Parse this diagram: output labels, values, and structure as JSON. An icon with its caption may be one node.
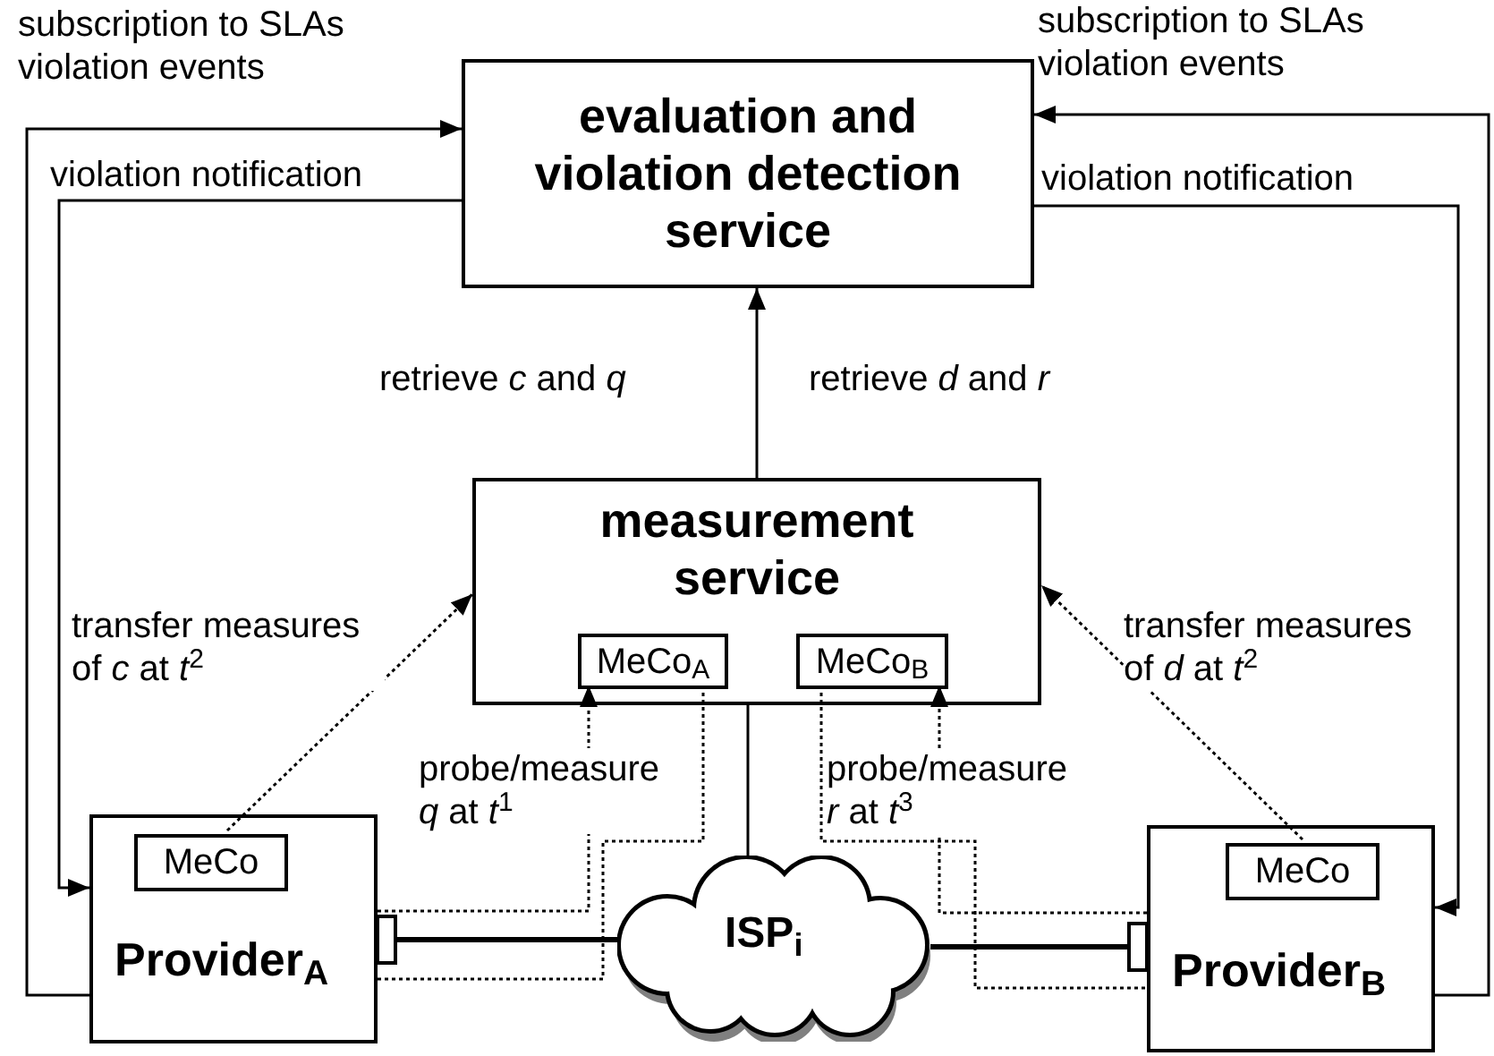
{
  "diagram": {
    "nodes": [
      {
        "text": [
          "evaluation and violation detection service"
        ]
      },
      {
        "text": [
          "measurement service"
        ]
      },
      {
        "text": [
          "MeCo$_{A}$"
        ],
        "in": 1
      },
      {
        "text": [
          "MeCo$_{B}$"
        ],
        "in": 1
      },
      {
        "text": [
          "Provider$_{A}$"
        ]
      },
      {
        "text": [
          "MeCo"
        ],
        "in": 4
      },
      {
        "text": [
          "Provider$_{B}$"
        ]
      },
      {
        "text": [
          "MeCo"
        ],
        "in": 6
      },
      {
        "text": [
          "ISP$_{i}$"
        ]
      }
    ],
    "edges": [
      {
        "from": 4,
        "to": 0,
        "arrow": "to",
        "label": "subscription to SLAs violation events"
      },
      {
        "from": 0,
        "to": 4,
        "arrow": "to",
        "label": "violation notification"
      },
      {
        "from": 6,
        "to": 0,
        "arrow": "to",
        "label": "subscription to SLAs violation events"
      },
      {
        "from": 0,
        "to": 6,
        "arrow": "to",
        "label": "violation notification"
      },
      {
        "from": 1,
        "to": 0,
        "arrow": "to"
      },
      {
        "from": 5,
        "to": 1,
        "arrow": "to",
        "style": "dashed",
        "label": "transfer measures of *c* at *t*$^{2}$"
      },
      {
        "from": 7,
        "to": 1,
        "arrow": "to",
        "style": "dashed",
        "label": "transfer measures of *d* at *t*$^{2}$"
      },
      {
        "from": 4,
        "to": 2,
        "arrow": "to",
        "style": "dashed",
        "label": "probe/measure *q* at *t*$^{1}$"
      },
      {
        "from": 2,
        "to": 4,
        "arrow": "none",
        "style": "dashed"
      },
      {
        "from": 6,
        "to": 3,
        "arrow": "to",
        "style": "dashed",
        "label": "probe/measure *r* at *t*$^{3}$"
      },
      {
        "from": 3,
        "to": 6,
        "arrow": "none",
        "style": "dashed"
      },
      {
        "from": 1,
        "to": 8,
        "arrow": "none"
      },
      {
        "from": 8,
        "to": 4,
        "arrow": "other",
        "style": "thick"
      },
      {
        "from": 8,
        "to": 6,
        "arrow": "other",
        "style": "thick"
      }
    ],
    "labels": [
      "retrieve *c* and *q*",
      "retrieve *d* and *r*"
    ]
  }
}
